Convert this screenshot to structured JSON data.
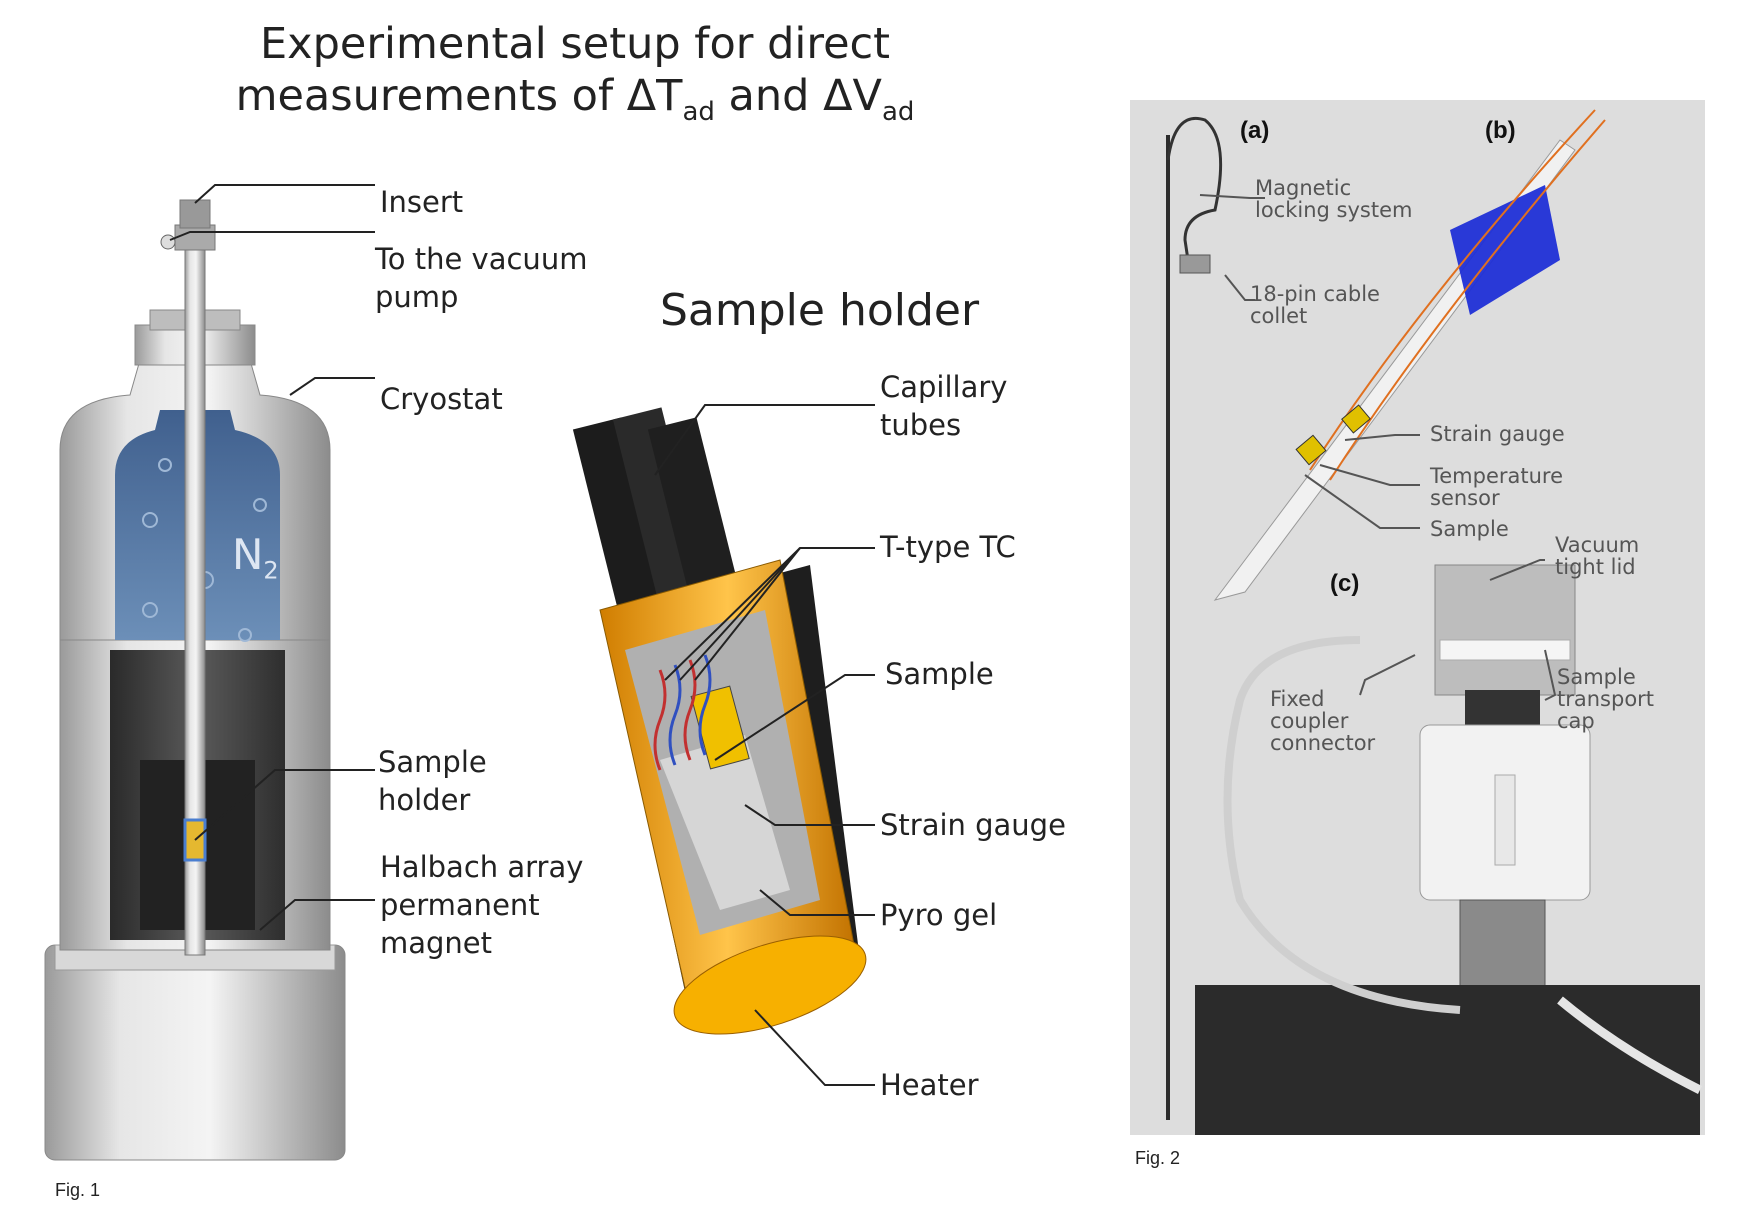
{
  "title": {
    "line1": "Experimental setup for direct",
    "line2_pre": "measurements of ΔT",
    "line2_sub1": "ad",
    "line2_mid": " and ΔV",
    "line2_sub2": "ad"
  },
  "fig1": {
    "labels": {
      "insert": "Insert",
      "vacuum": "To the vacuum\npump",
      "cryostat": "Cryostat",
      "sample_holder": "Sample\nholder",
      "halbach": "Halbach array\npermanent\nmagnet",
      "n2": "N",
      "n2_sub": "2"
    },
    "caption": "Fig. 1"
  },
  "sample_holder": {
    "title": "Sample holder",
    "labels": {
      "capillary": "Capillary\ntubes",
      "ttype": "T-type TC",
      "sample": "Sample",
      "strain": "Strain gauge",
      "pyro": "Pyro gel",
      "heater": "Heater"
    }
  },
  "fig2": {
    "panels": {
      "a": "(a)",
      "b": "(b)",
      "c": "(c)"
    },
    "labels": {
      "magnetic": "Magnetic\nlocking system",
      "cable": "18-pin cable\ncollet",
      "strain": "Strain gauge",
      "temp": "Temperature\nsensor",
      "sample": "Sample",
      "lid": "Vacuum\ntight lid",
      "coupler": "Fixed\ncoupler\nconnector",
      "transport": "Sample\ntransport\ncap"
    },
    "caption": "Fig. 2"
  },
  "colors": {
    "nitrogen": "#3b5e8c",
    "steel": "#c8c8c8",
    "gold": "#f5a623",
    "blue_tape": "#1f2fd6"
  }
}
